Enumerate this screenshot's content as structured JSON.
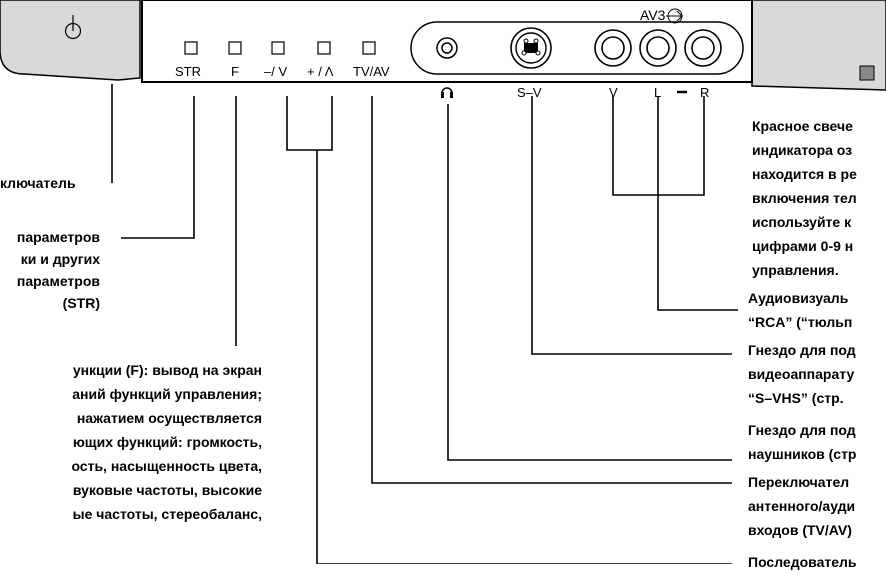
{
  "panel": {
    "buttons": [
      "STR",
      "F",
      "–/ V",
      "+ / Λ",
      "TV/AV"
    ],
    "av3": "AV3",
    "jacks": {
      "svideo": "S–V",
      "v": "V",
      "l": "L",
      "r": "R"
    }
  },
  "left": {
    "switch": "ключатель",
    "str": [
      "параметров",
      "ки и других",
      "параметров",
      "(STR)"
    ],
    "f": [
      "ункции (F): вывод на экран",
      "аний функций управления;",
      "нажатием осуществляется",
      "ющих функций: громкость,",
      "ость, насыщенность цвета,",
      "вуковые частоты, высокие",
      "ые частоты, стереобаланс,"
    ]
  },
  "right": {
    "red": [
      "Красное свече",
      "индикатора оз",
      "находится в ре",
      "включения тел",
      "используйте к",
      "цифрами 0-9 н",
      "управления."
    ],
    "av": [
      "Аудиовизуаль",
      "“RCA” (“тюльп"
    ],
    "svhs": [
      "Гнездо для под",
      "видеоаппарату",
      "“S–VHS” (стр."
    ],
    "phones": [
      "Гнездо для под",
      "наушников (стр"
    ],
    "tvav": [
      "Переключател",
      "антенного/ауди",
      "входов (TV/AV)"
    ],
    "seq": [
      "Последователь"
    ]
  }
}
